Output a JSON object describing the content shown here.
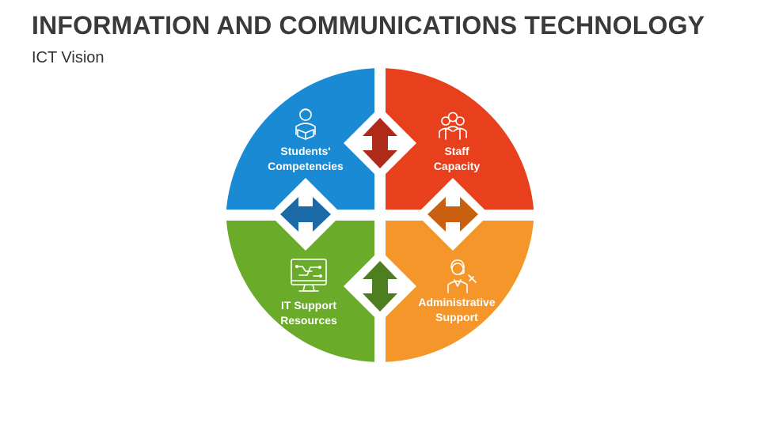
{
  "slide": {
    "title": "INFORMATION AND COMMUNICATIONS TECHNOLOGY",
    "subtitle": "ICT Vision"
  },
  "quadrants": [
    {
      "id": "students",
      "line1": "Students'",
      "line2": "Competencies",
      "color": "#1a8ad4",
      "icon": "student-reading-icon"
    },
    {
      "id": "staff",
      "line1": "Staff",
      "line2": "Capacity",
      "color": "#e8401c",
      "icon": "team-people-icon"
    },
    {
      "id": "it",
      "line1": "IT Support",
      "line2": "Resources",
      "color": "#6aab2a",
      "icon": "computer-monitor-icon"
    },
    {
      "id": "admin",
      "line1": "Administrative",
      "line2": "Support",
      "color": "#f5962a",
      "icon": "support-agent-icon"
    }
  ],
  "arrows": [
    {
      "id": "top",
      "orientation": "vertical",
      "color": "#b02a1a"
    },
    {
      "id": "left",
      "orientation": "horizontal",
      "color": "#1a6aa8"
    },
    {
      "id": "right",
      "orientation": "horizontal",
      "color": "#c8600f"
    },
    {
      "id": "bottom",
      "orientation": "vertical",
      "color": "#4d7f20"
    }
  ]
}
